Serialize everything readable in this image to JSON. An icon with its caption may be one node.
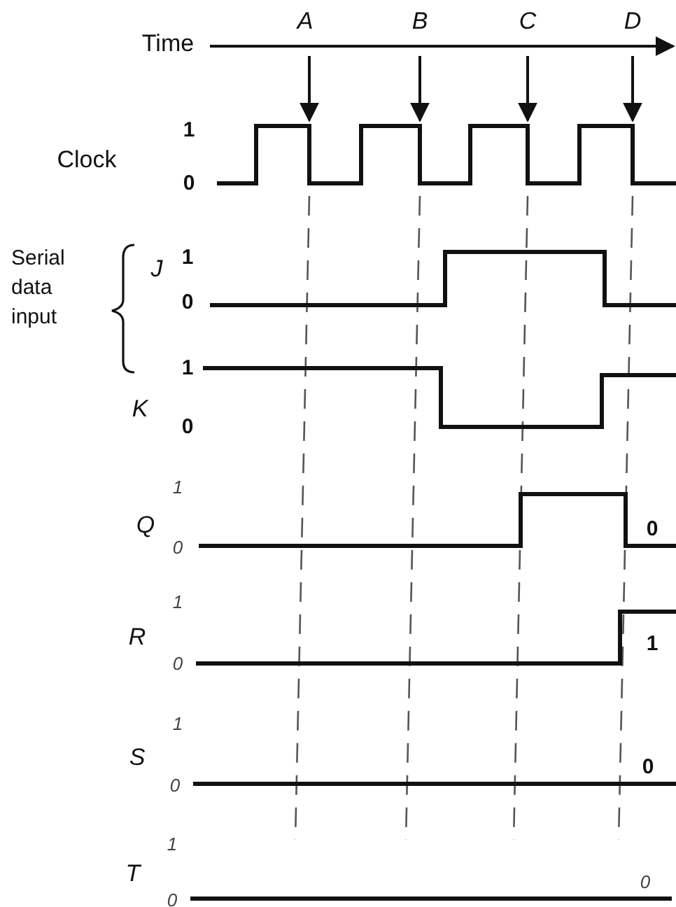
{
  "diagram": {
    "labels": [
      "A",
      "B",
      "C",
      "D",
      "Time",
      "1",
      "Clock",
      "0",
      "J",
      "1",
      "Serial data input",
      "0",
      "1",
      "K",
      "0",
      "1",
      "Q",
      "0",
      "0",
      "1",
      "R",
      "1",
      "0",
      "1",
      "S",
      "0",
      "0",
      "1",
      "T",
      "0",
      "0"
    ]
  }
}
